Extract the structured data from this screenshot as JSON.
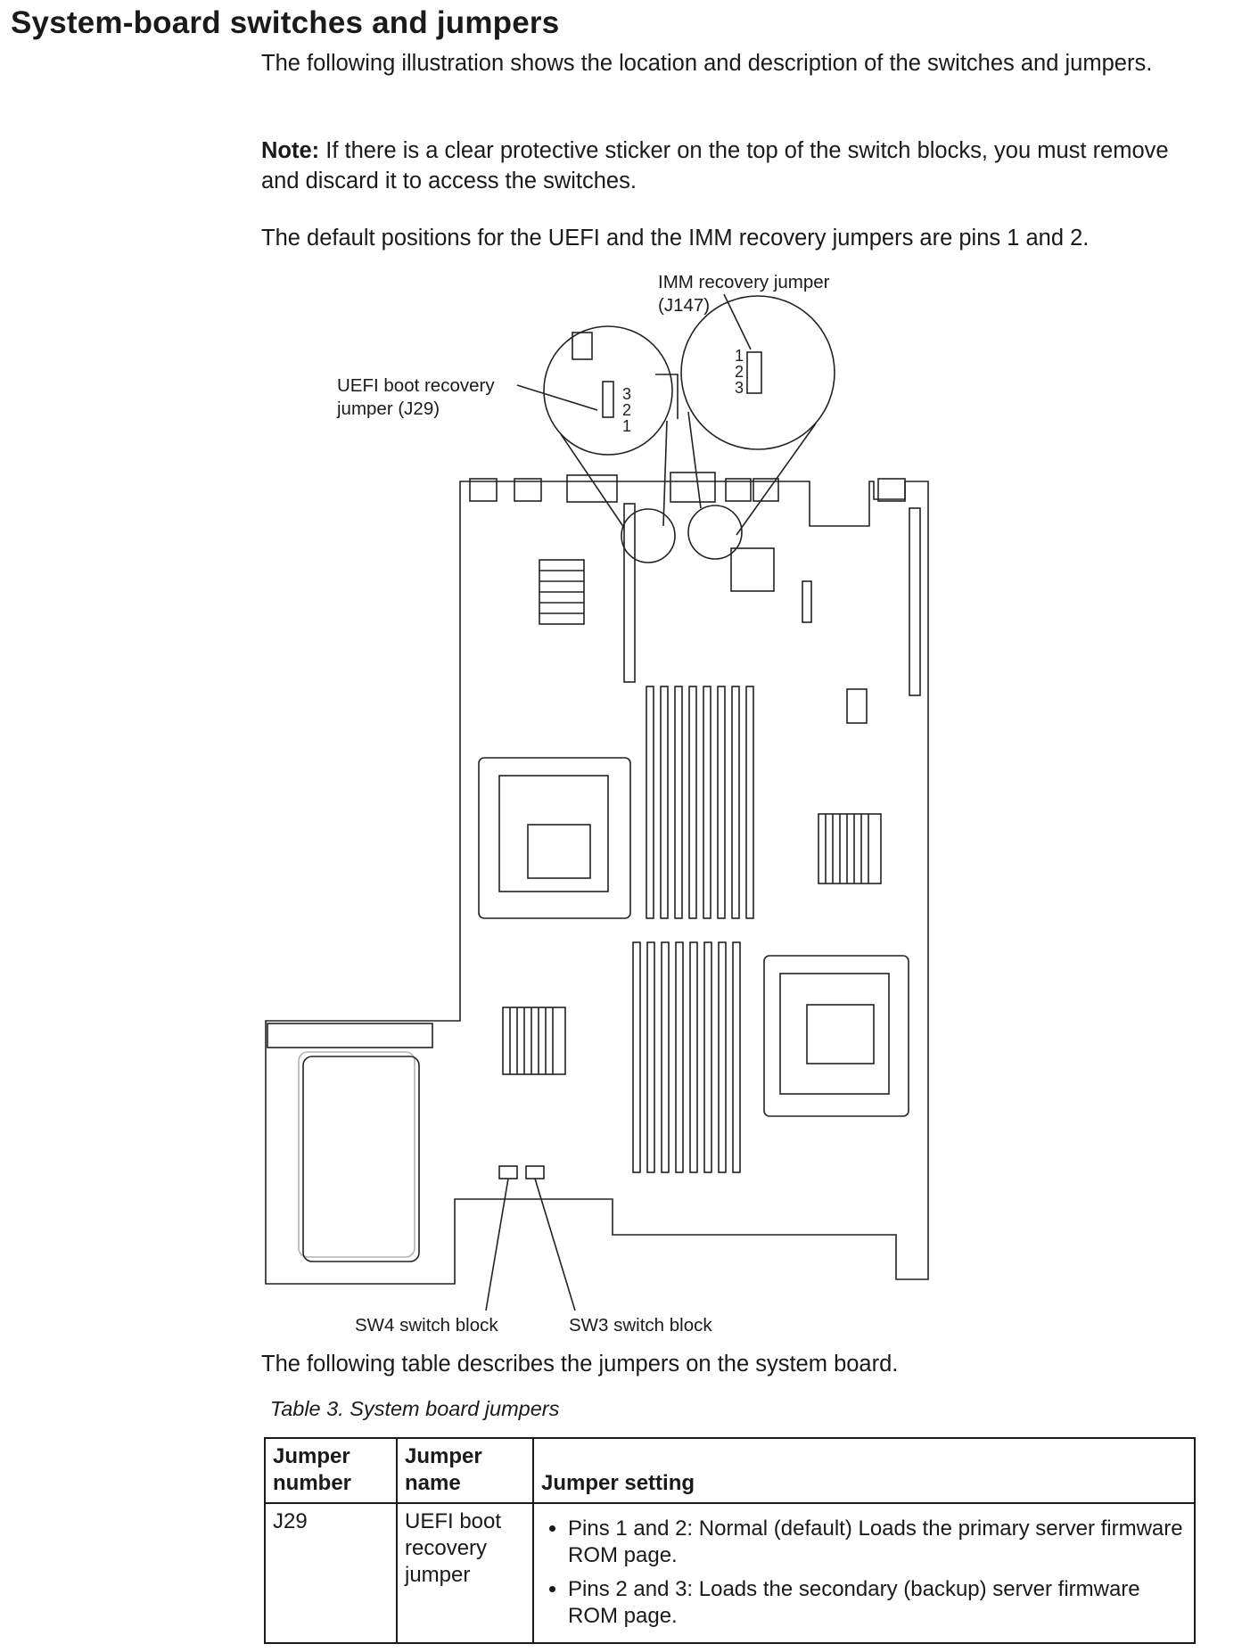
{
  "title": "System-board switches and jumpers",
  "intro": "The following illustration shows the location and description of the switches and jumpers.",
  "note": {
    "label": "Note:",
    "text": "If there is a clear protective sticker on the top of the switch blocks, you must remove and discard it to access the switches."
  },
  "defaults": "The default positions for the UEFI and the IMM recovery jumpers are pins 1 and 2.",
  "diagram": {
    "imm_label": "IMM recovery jumper\n(J147)",
    "uefi_label": "UEFI boot recovery\njumper (J29)",
    "sw4_label": "SW4 switch block",
    "sw3_label": "SW3 switch block",
    "pin1": "1",
    "pin2": "2",
    "pin3": "3"
  },
  "table_intro": "The following table describes the jumpers on the system board.",
  "table": {
    "caption": "Table 3. System board jumpers",
    "headers": [
      "Jumper number",
      "Jumper name",
      "Jumper setting"
    ],
    "rows": [
      {
        "number": "J29",
        "name": "UEFI boot recovery jumper",
        "settings": [
          "Pins 1 and 2: Normal (default) Loads the primary server firmware ROM page.",
          "Pins 2 and 3: Loads the secondary (backup) server firmware ROM page."
        ]
      }
    ]
  }
}
